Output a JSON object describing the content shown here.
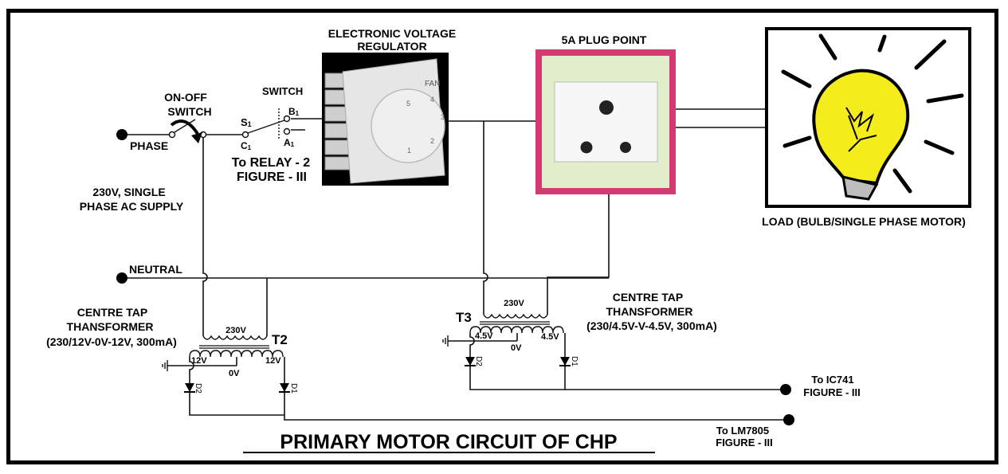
{
  "title": "PRIMARY MOTOR CIRCUIT OF CHP",
  "supply": {
    "phase_label": "PHASE",
    "neutral_label": "NEUTRAL",
    "supply_line1": "230V, SINGLE",
    "supply_line2": "PHASE AC SUPPLY"
  },
  "on_off_switch": {
    "line1": "ON-OFF",
    "line2": "SWITCH"
  },
  "relay_switch": {
    "label": "SWITCH",
    "s_label": "S",
    "s_sub": "1",
    "c_label": "C",
    "c_sub": "1",
    "b_label": "B",
    "b_sub": "1",
    "a_label": "A",
    "a_sub": "1",
    "note_line1": "To RELAY - 2",
    "note_line2": "FIGURE - III"
  },
  "regulator": {
    "line1": "ELECTRONIC VOLTAGE",
    "line2": "REGULATOR",
    "dial_text": "FAN",
    "dial_marks": [
      "1",
      "2",
      "3",
      "4",
      "5"
    ]
  },
  "plug_point": {
    "label": "5A PLUG POINT",
    "colors": {
      "frame": "#d43a72",
      "plate": "#e2edcc",
      "insert": "#f7f7f7"
    }
  },
  "load": {
    "label": "LOAD (BULB/SINGLE PHASE MOTOR)",
    "colors": {
      "bulb": "#f5ec1c",
      "base": "#bdbdbd"
    }
  },
  "transformer_t2": {
    "name": "T2",
    "primary": "230V",
    "sec_left": "12V",
    "sec_center": "0V",
    "sec_right": "12V",
    "desc_line1": "CENTRE TAP",
    "desc_line2": "THANSFORMER",
    "desc_line3": "(230/12V-0V-12V, 300mA)",
    "diode_left": "D2",
    "diode_right": "D1"
  },
  "transformer_t3": {
    "name": "T3",
    "primary": "230V",
    "sec_left": "4.5V",
    "sec_center": "0V",
    "sec_right": "4.5V",
    "desc_line1": "CENTRE TAP",
    "desc_line2": "THANSFORMER",
    "desc_line3": "(230/4.5V-V-4.5V, 300mA)",
    "diode_left": "D2",
    "diode_right": "D1"
  },
  "outputs": {
    "ic741_line1": "To IC741",
    "ic741_line2": "FIGURE - III",
    "lm7805_line1": "To LM7805",
    "lm7805_line2": "FIGURE - III"
  }
}
